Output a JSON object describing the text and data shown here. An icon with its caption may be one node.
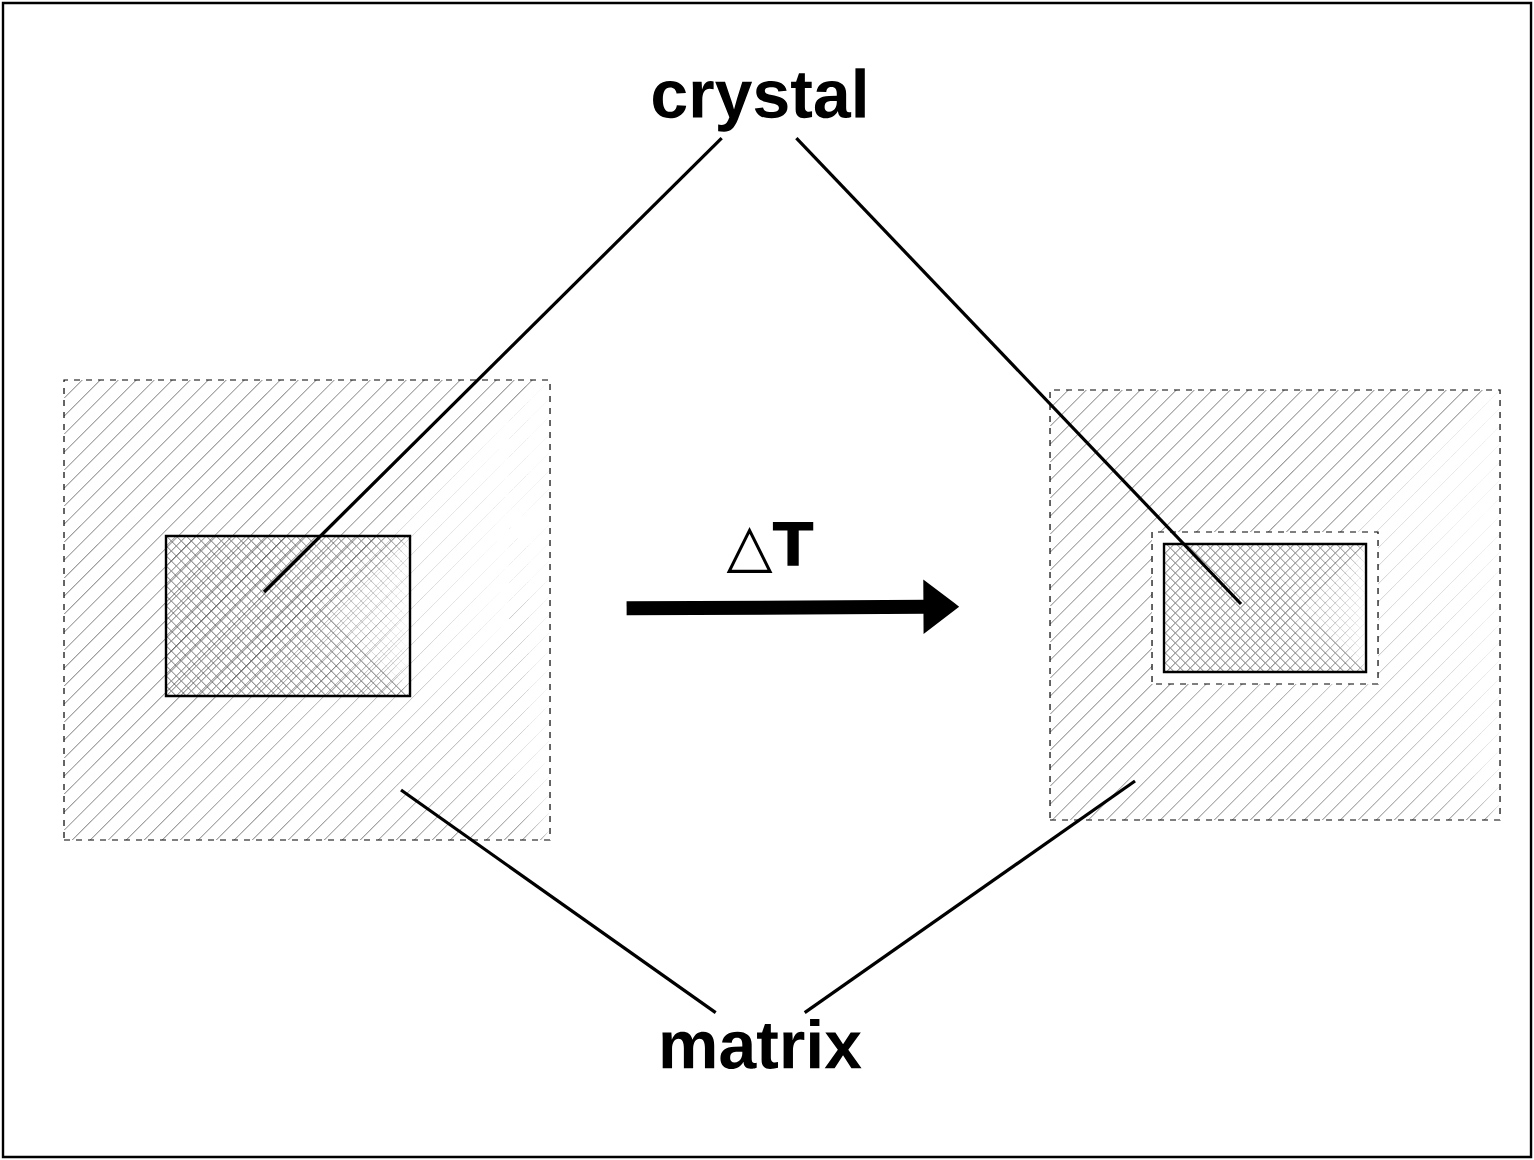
{
  "diagram": {
    "nodes": [
      {
        "text": [
          "crystal"
        ]
      },
      {
        "text": [
          "matrix"
        ]
      },
      {
        "text": [],
        "shape": "box"
      },
      {
        "text": [],
        "shape": "box",
        "in": 2
      },
      {
        "text": [],
        "shape": "box"
      },
      {
        "text": [],
        "shape": "box",
        "in": 4
      }
    ],
    "edges": [
      {
        "from": 2,
        "to": 4,
        "arrow": "to",
        "label": "△T",
        "style": "thick"
      },
      {
        "from": 0,
        "to": 3,
        "arrow": "none"
      },
      {
        "from": 0,
        "to": 5,
        "arrow": "none"
      },
      {
        "from": 1,
        "to": 2,
        "arrow": "none"
      },
      {
        "from": 1,
        "to": 4,
        "arrow": "none"
      }
    ]
  }
}
